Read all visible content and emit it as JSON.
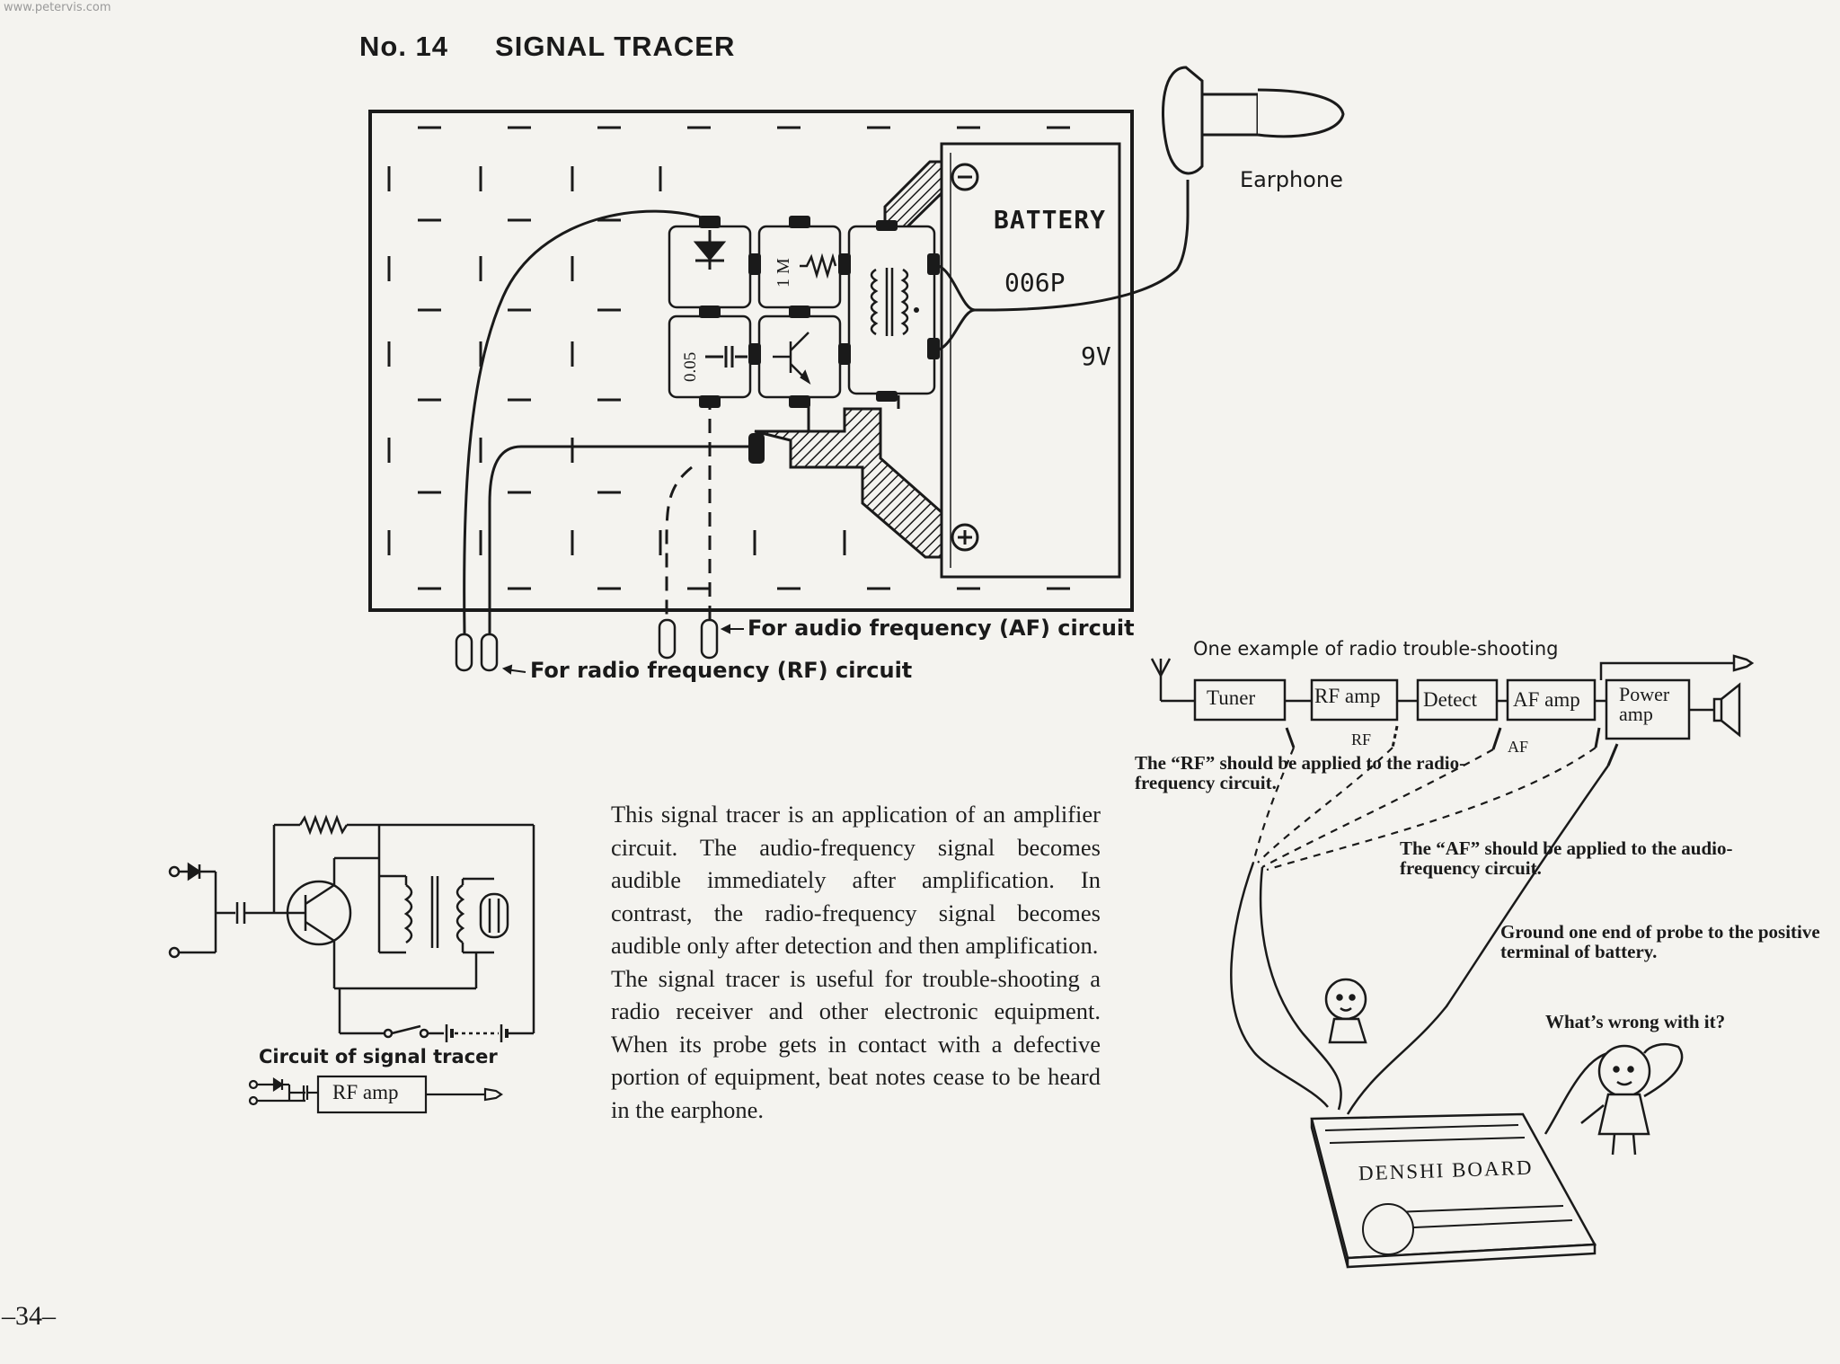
{
  "watermark": "www.petervis.com",
  "title": {
    "number": "No. 14",
    "text": "SIGNAL TRACER"
  },
  "board": {
    "battery_label": "BATTERY",
    "battery_type": "006P",
    "battery_voltage": "9V",
    "minus_symbol": "−",
    "plus_symbol": "+",
    "resistor_value": "1 M",
    "capacitor_value": "0.05",
    "earphone_label": "Earphone",
    "af_probe_label": "For audio frequency (AF) circuit",
    "rf_probe_label": "For radio frequency (RF) circuit"
  },
  "troubleshoot": {
    "heading": "One example of radio trouble-shooting",
    "blocks": [
      "Tuner",
      "RF amp",
      "Detect",
      "AF amp",
      "Power amp"
    ],
    "rf_tag": "RF",
    "af_tag": "AF",
    "rf_note": "The “RF” should be applied to the radio-frequency circuit.",
    "af_note": "The “AF” should be applied to the audio-frequency circuit.",
    "ground_note": "Ground one end of probe to the positive terminal of battery.",
    "question": "What’s wrong with it?",
    "board_label": "DENSHI BOARD"
  },
  "schematic": {
    "caption": "Circuit of signal tracer",
    "block_label": "RF amp"
  },
  "body": {
    "para1": "This signal tracer is an application of an amplifier circuit. The audio-frequency signal becomes audible immediately after amplification. In contrast, the radio-frequency signal becomes audible only after detection and then amplification.",
    "para2": "The signal tracer is useful for trouble-shooting a radio receiver and other electronic equipment. When its probe gets in contact with a defective portion of equipment, beat notes cease to be heard in the earphone."
  },
  "page_number": "–34–"
}
